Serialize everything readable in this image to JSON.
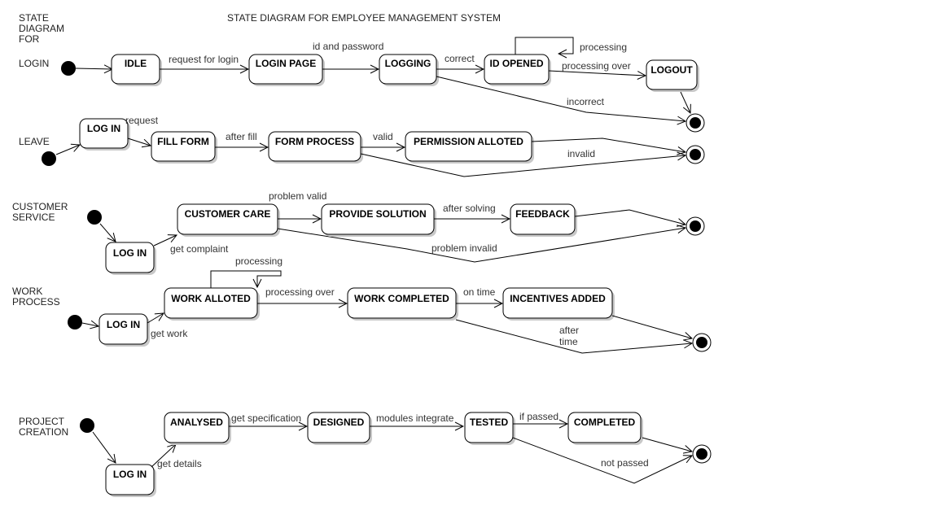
{
  "diagram_title": "STATE DIAGRAM FOR EMPLOYEE MANAGEMENT SYSTEM",
  "legend_lines": [
    "STATE",
    "DIAGRAM",
    "FOR"
  ],
  "colors": {
    "stroke": "#000000",
    "shadow": "#c8c8c8",
    "fill": "#ffffff"
  },
  "sections": {
    "login": {
      "lines": [
        "LOGIN"
      ]
    },
    "leave": {
      "lines": [
        "LEAVE"
      ]
    },
    "customer_service": {
      "lines": [
        "CUSTOMER",
        "SERVICE"
      ]
    },
    "work_process": {
      "lines": [
        "WORK",
        "PROCESS"
      ]
    },
    "project_creation": {
      "lines": [
        "PROJECT",
        "CREATION"
      ]
    }
  },
  "states": {
    "idle": "IDLE",
    "login_page": "LOGIN PAGE",
    "logging": "LOGGING",
    "id_opened": "ID OPENED",
    "logout": "LOGOUT",
    "leave_login": "LOG IN",
    "fill_form": "FILL FORM",
    "form_process": "FORM PROCESS",
    "permission_alloted": "PERMISSION ALLOTED",
    "cs_login": "LOG IN",
    "customer_care": "CUSTOMER CARE",
    "provide_solution": "PROVIDE SOLUTION",
    "feedback": "FEEDBACK",
    "wp_login": "LOG IN",
    "work_alloted": "WORK ALLOTED",
    "work_completed": "WORK COMPLETED",
    "incentives_added": "INCENTIVES ADDED",
    "pc_login": "LOG IN",
    "analysed": "ANALYSED",
    "designed": "DESIGNED",
    "tested": "TESTED",
    "completed": "COMPLETED"
  },
  "transitions": {
    "request_for_login": "request for login",
    "id_and_password": "id and password",
    "correct": "correct",
    "processing_login": "processing",
    "processing_over_login": "processing over",
    "incorrect": "incorrect",
    "request": "request",
    "after_fill": "after fill",
    "valid": "valid",
    "invalid": "invalid",
    "problem_valid": "problem valid",
    "after_solving": "after solving",
    "get_complaint": "get complaint",
    "problem_invalid": "problem invalid",
    "processing_work": "processing",
    "processing_over_work": "processing over",
    "on_time": "on time",
    "get_work": "get work",
    "after_time": [
      "after",
      "time"
    ],
    "get_specification": "get specification",
    "modules_integrate": "modules integrate",
    "if_passed": "if passed",
    "get_details": "get details",
    "not_passed": "not passed"
  }
}
